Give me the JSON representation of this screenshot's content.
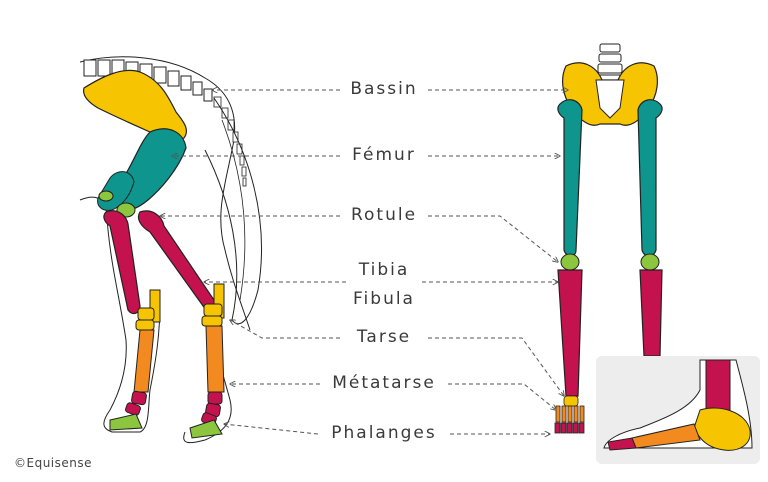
{
  "labels": {
    "bassin": "Bassin",
    "femur": "Fémur",
    "rotule": "Rotule",
    "tibia": "Tibia",
    "fibula": "Fibula",
    "tarse": "Tarse",
    "metatarse": "Métatarse",
    "phalanges": "Phalanges"
  },
  "credit": "©Equisense",
  "colors": {
    "bassin": "#F6C400",
    "femur": "#0E958E",
    "rotule": "#8CC63F",
    "tibia": "#C4124F",
    "tarse": "#F6C400",
    "metatarse": "#F28A1F",
    "phalanges": "#C4124F",
    "hoof": "#8CC63F",
    "outline": "#222222",
    "dash": "#555555"
  }
}
